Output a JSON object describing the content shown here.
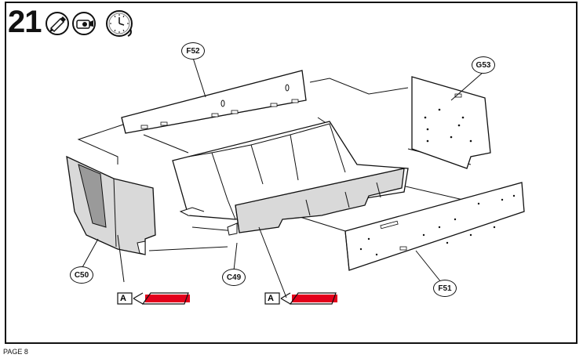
{
  "step": {
    "number": "21"
  },
  "icons": [
    "glue-icon",
    "cement-icon",
    "wait-clock-icon"
  ],
  "parts": {
    "f52": "F52",
    "g53": "G53",
    "c50": "C50",
    "c49": "C49",
    "f51": "F51"
  },
  "paint_codes": {
    "left_letter": "A",
    "right_letter": "A"
  },
  "page_footer": "PAGE 8",
  "colors": {
    "line": "#111111",
    "part_fill": "#d9d9d9",
    "part_shade": "#9a9a9a",
    "redaction": "#e3001b"
  }
}
